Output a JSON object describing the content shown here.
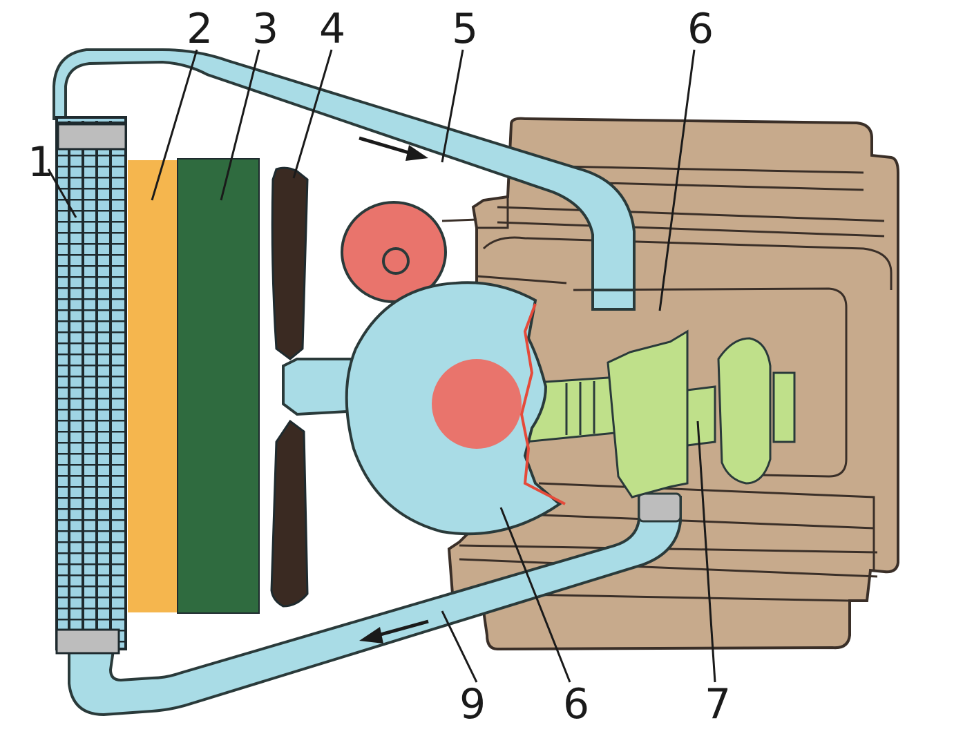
{
  "colors": {
    "background": "#ffffff",
    "coolant": "#a9dce6",
    "outline": "#2a3a3a",
    "radiator_core": "#9fd4e4",
    "radiator_grid": "#1e2a2e",
    "warm_layer": "#f5b64e",
    "condenser": "#2f6b3f",
    "fan_blade": "#3a2a22",
    "engine_block": "#c7aa8c",
    "engine_outline": "#3a2f28",
    "pump_housing": "#a9dce6",
    "hot_spot": "#e9746c",
    "pump_shaft": "#bfe08a",
    "hose_clamp": "#bdbdbd",
    "flow_arrow": "#1a1a1a"
  },
  "labels": {
    "l1": "1",
    "l2": "2",
    "l3": "3",
    "l4": "4",
    "l5": "5",
    "l6_top": "6",
    "l6_bottom": "6",
    "l7": "7",
    "l9": "9"
  }
}
